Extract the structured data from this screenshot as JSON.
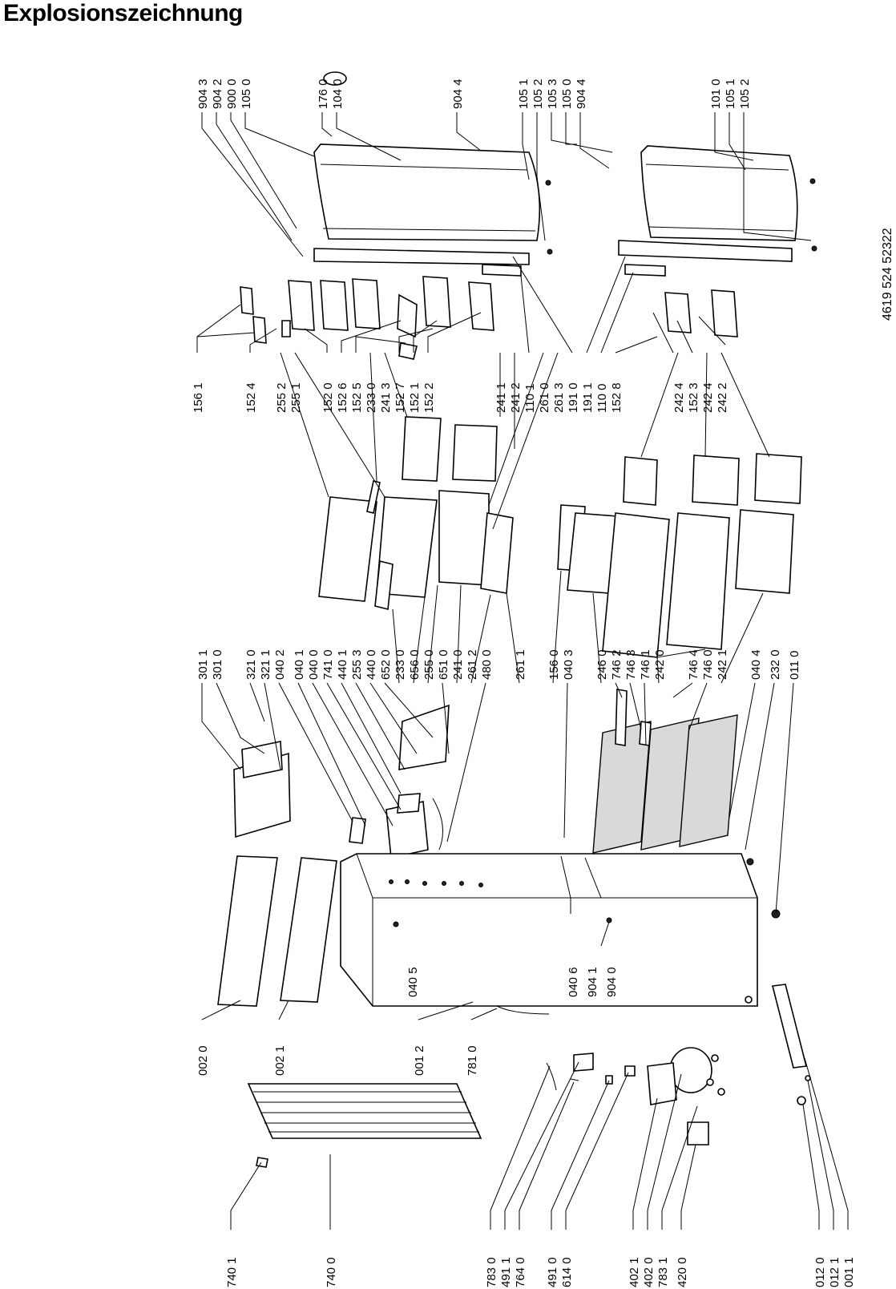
{
  "title": "Explosionszeichnung",
  "document_number": "4619 524 52322",
  "labels_group_1": [
    "904 3",
    "904 2",
    "900 0",
    "105 0",
    "176 0",
    "104 0",
    "904 4",
    "105 1",
    "105 2",
    "105 3",
    "105 0",
    "904 4",
    "101 0",
    "105 1",
    "105 2"
  ],
  "labels_group_2": [
    "156 1",
    "152 4",
    "255 2",
    "255 1",
    "152 0",
    "152 6",
    "152 5",
    "233 0",
    "241 3",
    "152 7",
    "152 1",
    "152 2",
    "241 1",
    "241 2",
    "110 1",
    "261 0",
    "261 3",
    "191 0",
    "191 1",
    "110 0",
    "152 8",
    "242 4",
    "152 3",
    "242 4",
    "242 2"
  ],
  "labels_group_3": [
    "301 1",
    "301 0",
    "321 0",
    "321 1",
    "040 2",
    "040 1",
    "040 0",
    "741 0",
    "440 1",
    "255 3",
    "440 0",
    "652 0",
    "233 0",
    "656 0",
    "255 0",
    "651 0",
    "241 0",
    "261 2",
    "480 0",
    "261 1",
    "156 0",
    "040 3",
    "246 0",
    "746 2",
    "746 3",
    "746 1",
    "242 0",
    "746 4",
    "746 0",
    "242 1",
    "040 4",
    "232 0",
    "011 0"
  ],
  "labels_group_4": [
    "002 0",
    "002 1",
    "040 5",
    "001 2",
    "781 0",
    "040 6",
    "904 1",
    "904 0"
  ],
  "labels_group_5": [
    "740 1",
    "740 0",
    "783 0",
    "491 1",
    "764 0",
    "491 0",
    "614 0",
    "402 1",
    "402 0",
    "783 1",
    "420 0",
    "012 0",
    "012 1",
    "001 1"
  ]
}
